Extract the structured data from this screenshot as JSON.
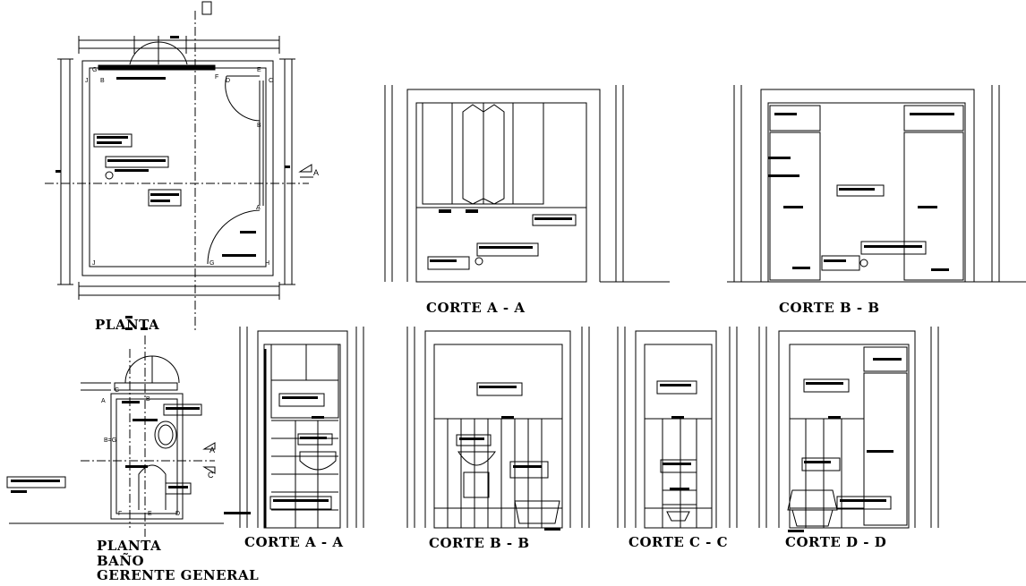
{
  "titles": {
    "planta": "PLANTA",
    "corte_aa_top": "CORTE A - A",
    "corte_bb_top": "CORTE B - B",
    "planta_bano_1": "PLANTA",
    "planta_bano_2": "BAÑO",
    "planta_bano_3": "GERENTE GENERAL",
    "corte_aa_bottom": "CORTE A - A",
    "corte_bb_bottom": "CORTE B - B",
    "corte_cc_bottom": "CORTE C - C",
    "corte_dd_bottom": "CORTE D - D"
  },
  "plan_markers": [
    "G",
    "J",
    "B",
    "F",
    "E",
    "C",
    "D",
    "B",
    "A",
    "J",
    "G",
    "H"
  ],
  "bath_markers": [
    "C",
    "A",
    "B",
    "B=G",
    "F",
    "E",
    "D"
  ],
  "section_arrows": [
    "A",
    "A",
    "C"
  ],
  "colors": {
    "line": "#000000",
    "background": "#ffffff"
  }
}
